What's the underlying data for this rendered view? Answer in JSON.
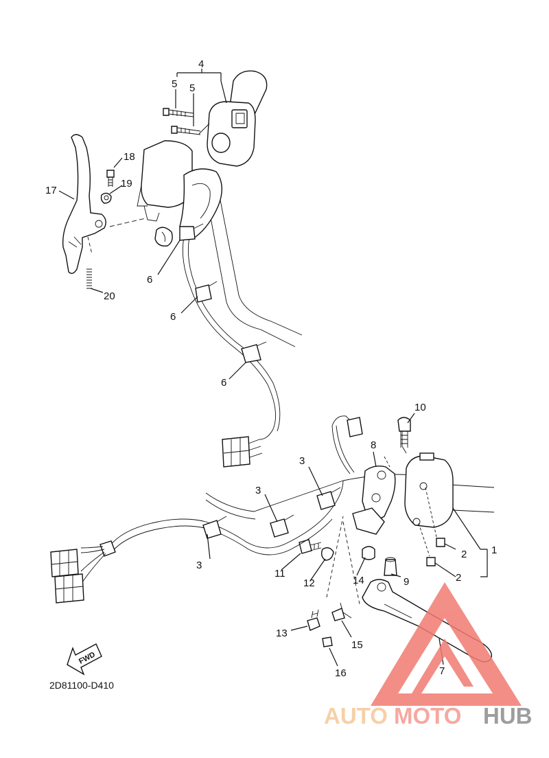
{
  "diagram": {
    "code": "2D81100-D410",
    "fwd": "FWD",
    "labels": {
      "l1": "1",
      "l2a": "2",
      "l2b": "2",
      "l3a": "3",
      "l3b": "3",
      "l3c": "3",
      "l4": "4",
      "l5a": "5",
      "l5b": "5",
      "l6a": "6",
      "l6b": "6",
      "l6c": "6",
      "l7": "7",
      "l8": "8",
      "l9": "9",
      "l10": "10",
      "l11": "11",
      "l12": "12",
      "l13": "13",
      "l14": "14",
      "l15": "15",
      "l16": "16",
      "l17": "17",
      "l18": "18",
      "l19": "19",
      "l20": "20"
    }
  },
  "watermark": {
    "part1": "AUTO",
    "part2": "MOTO",
    "part3": "HUB",
    "colors": {
      "auto": "#f5c89a",
      "moto": "#f59a90",
      "hub": "#8c8c8c",
      "triangle": "#f07b72"
    }
  }
}
